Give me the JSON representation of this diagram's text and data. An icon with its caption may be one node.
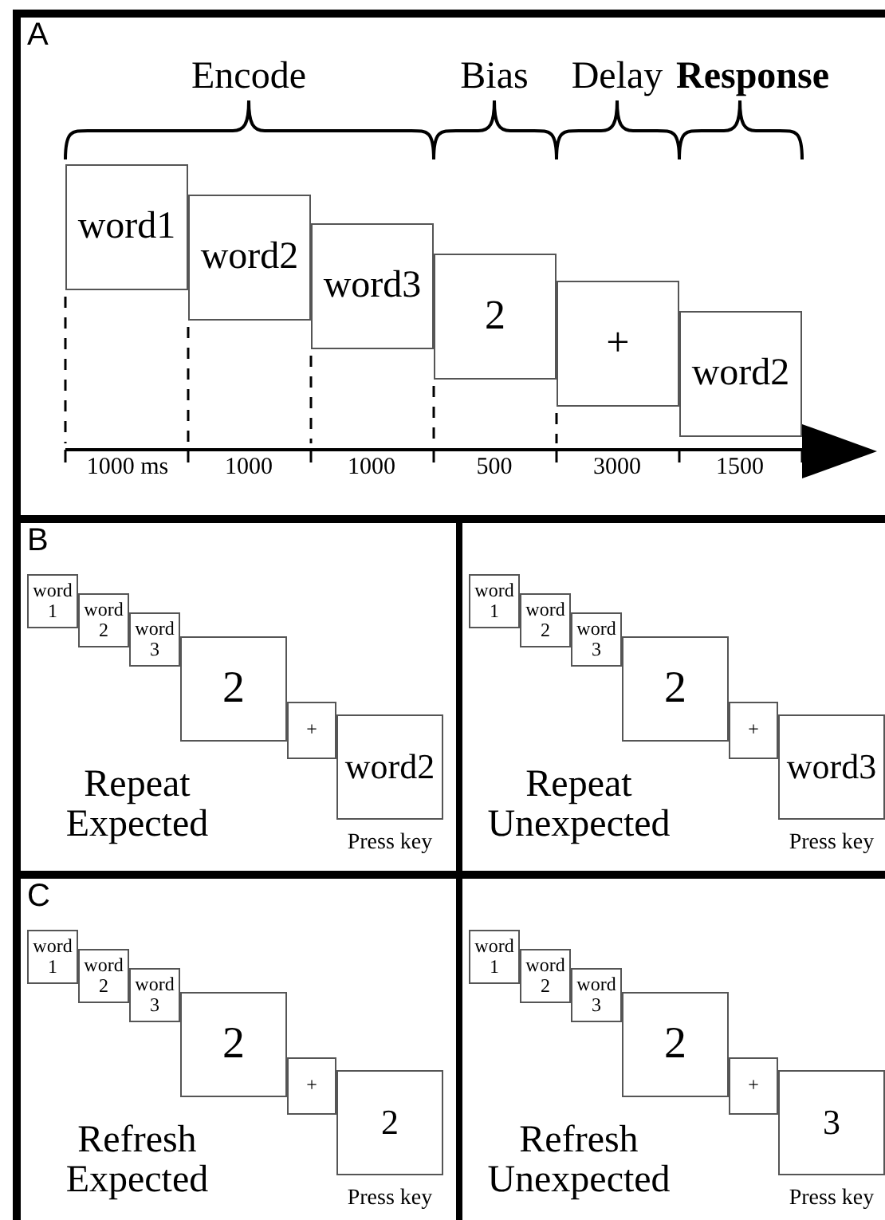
{
  "diagram": {
    "nodes": [
      {
        "text": [
          "A"
        ]
      },
      {
        "text": [
          "word1"
        ],
        "in": 0
      },
      {
        "text": [
          "word2"
        ],
        "in": 0
      },
      {
        "text": [
          "word3"
        ],
        "in": 0
      },
      {
        "text": [
          "2"
        ],
        "in": 0
      },
      {
        "text": [
          "+"
        ],
        "in": 0
      },
      {
        "text": [
          "word2"
        ],
        "in": 0
      },
      {
        "text": [
          "B"
        ]
      },
      {
        "text": [
          "Repeat Expected"
        ],
        "in": 7
      },
      {
        "text": [
          "word 1"
        ],
        "in": 8
      },
      {
        "text": [
          "word 2"
        ],
        "in": 8
      },
      {
        "text": [
          "word 3"
        ],
        "in": 8
      },
      {
        "text": [
          "2"
        ],
        "in": 8
      },
      {
        "text": [
          "+"
        ],
        "in": 8
      },
      {
        "text": [
          "word2"
        ],
        "in": 8,
        "beside": [
          "Press key"
        ]
      },
      {
        "text": [
          "Repeat Unexpected"
        ],
        "in": 7
      },
      {
        "text": [
          "word 1"
        ],
        "in": 15
      },
      {
        "text": [
          "word 2"
        ],
        "in": 15
      },
      {
        "text": [
          "word 3"
        ],
        "in": 15
      },
      {
        "text": [
          "2"
        ],
        "in": 15
      },
      {
        "text": [
          "+"
        ],
        "in": 15
      },
      {
        "text": [
          "word3"
        ],
        "in": 15,
        "beside": [
          "Press key"
        ]
      },
      {
        "text": [
          "C"
        ]
      },
      {
        "text": [
          "Refresh Expected"
        ],
        "in": 22
      },
      {
        "text": [
          "word 1"
        ],
        "in": 23
      },
      {
        "text": [
          "word 2"
        ],
        "in": 23
      },
      {
        "text": [
          "word 3"
        ],
        "in": 23
      },
      {
        "text": [
          "2"
        ],
        "in": 23
      },
      {
        "text": [
          "+"
        ],
        "in": 23
      },
      {
        "text": [
          "2"
        ],
        "in": 23,
        "beside": [
          "Press key"
        ]
      },
      {
        "text": [
          "Refresh Unexpected"
        ],
        "in": 22
      },
      {
        "text": [
          "word 1"
        ],
        "in": 30
      },
      {
        "text": [
          "word 2"
        ],
        "in": 30
      },
      {
        "text": [
          "word 3"
        ],
        "in": 30
      },
      {
        "text": [
          "2"
        ],
        "in": 30
      },
      {
        "text": [
          "+"
        ],
        "in": 30
      },
      {
        "text": [
          "3"
        ],
        "in": 30,
        "beside": [
          "Press key"
        ]
      }
    ],
    "labels": [
      "Encode",
      "Bias",
      "Delay",
      "Response",
      "1000 ms",
      "1000",
      "1000",
      "500",
      "3000",
      "1500"
    ]
  }
}
